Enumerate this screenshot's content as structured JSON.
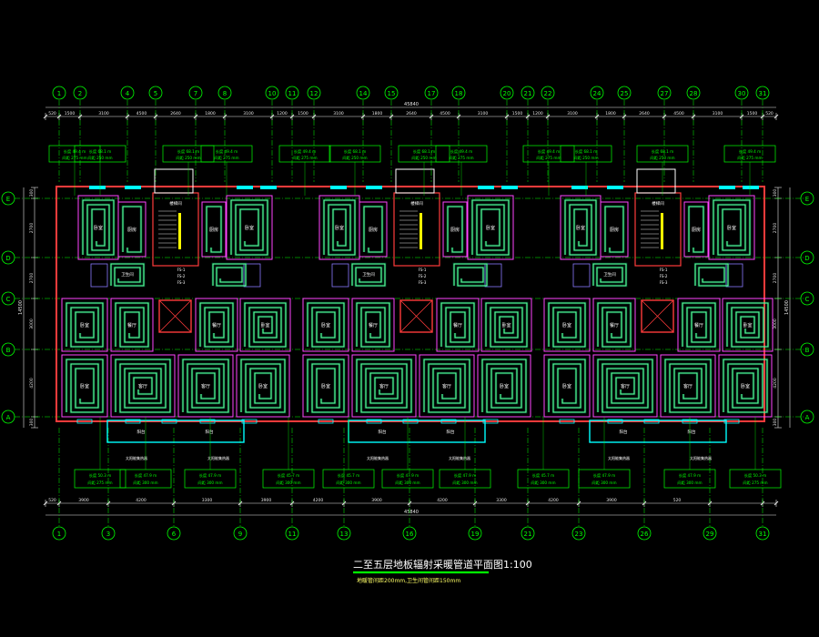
{
  "drawing": {
    "title": "二至五层地板辐射采暖管道平面图",
    "title_suffix": "1:100",
    "note": "地暖管间距200mm,卫生间管间距150mm"
  },
  "colors": {
    "background": "#000000",
    "axis": "#00ff00",
    "walls_outer": "#ff3b3b",
    "walls_inner": "#ff44ff",
    "heating_pipe": "#2bf56b",
    "pipe_glow": "#00e0a0",
    "dimension": "#e6e6e6",
    "window": "#00ffff",
    "fixture": "#8a7aff",
    "stair_highlight": "#ffff00",
    "label_box": "#00ff00",
    "room_text": "#ffffff",
    "title_underline": "#00ff00"
  },
  "axes": {
    "top": [
      "1",
      "2",
      "4",
      "5",
      "7",
      "8",
      "10",
      "11",
      "12",
      "14",
      "15",
      "17",
      "18",
      "20",
      "21",
      "22",
      "24",
      "25",
      "27",
      "28",
      "30",
      "31"
    ],
    "bottom": [
      "1",
      "3",
      "6",
      "9",
      "11",
      "13",
      "16",
      "19",
      "21",
      "23",
      "26",
      "29",
      "31"
    ],
    "rows": [
      "E",
      "D",
      "C",
      "B",
      "A"
    ]
  },
  "dimensions": {
    "top_overall": "45840",
    "top_segments": [
      "520",
      "1500",
      "3100",
      "4500",
      "2640",
      "1800",
      "3100",
      "1200",
      "1500",
      "3100",
      "1800",
      "2640",
      "4500",
      "3100",
      "1500",
      "1200",
      "3100",
      "1800",
      "2640",
      "4500",
      "3100",
      "1500",
      "520"
    ],
    "bottom_overall": "45840",
    "bottom_segments": [
      "520",
      "3900",
      "4200",
      "3300",
      "3900",
      "4200",
      "3900",
      "4200",
      "3300",
      "4200",
      "3900",
      "520"
    ],
    "left_segments": [
      "300",
      "2700",
      "2700",
      "3000",
      "4200",
      "300"
    ],
    "left_overall": "14500",
    "right_segments": [
      "300",
      "2700",
      "2700",
      "3000",
      "4200",
      "300"
    ],
    "right_overall": "14500"
  },
  "loop_labels_top": [
    {
      "len": "长度 49.4 m",
      "space": "间距 275 mm"
    },
    {
      "len": "长度 68.1 m",
      "space": "间距 250 mm"
    },
    {
      "len": "长度 68.1 m",
      "space": "间距 250 mm"
    },
    {
      "len": "长度 49.4 m",
      "space": "间距 275 mm"
    },
    {
      "len": "长度 49.4 m",
      "space": "间距 275 mm"
    },
    {
      "len": "长度 68.1 m",
      "space": "间距 250 mm"
    },
    {
      "len": "长度 68.1 m",
      "space": "间距 250 mm"
    },
    {
      "len": "长度 49.4 m",
      "space": "间距 275 mm"
    },
    {
      "len": "长度 49.4 m",
      "space": "间距 275 mm"
    },
    {
      "len": "长度 68.1 m",
      "space": "间距 250 mm"
    },
    {
      "len": "长度 68.1 m",
      "space": "间距 250 mm"
    },
    {
      "len": "长度 49.4 m",
      "space": "间距 275 mm"
    }
  ],
  "loop_labels_bottom": [
    {
      "len": "长度 50.3 m",
      "space": "间距 275 mm"
    },
    {
      "len": "长度 47.9 m",
      "space": "间距 300 mm"
    },
    {
      "len": "长度 47.9 m",
      "space": "间距 300 mm"
    },
    {
      "len": "长度 45.7 m",
      "space": "间距 300 mm"
    },
    {
      "len": "长度 45.7 m",
      "space": "间距 300 mm"
    },
    {
      "len": "长度 47.9 m",
      "space": "间距 300 mm"
    },
    {
      "len": "长度 47.9 m",
      "space": "间距 300 mm"
    },
    {
      "len": "长度 45.7 m",
      "space": "间距 300 mm"
    },
    {
      "len": "长度 47.9 m",
      "space": "间距 300 mm"
    },
    {
      "len": "长度 47.9 m",
      "space": "间距 300 mm"
    },
    {
      "len": "长度 50.3 m",
      "space": "间距 275 mm"
    }
  ],
  "rooms": {
    "bedroom": "卧室",
    "living": "客厅",
    "balcony": "阳台",
    "kitchen": "厨房",
    "bath": "卫生间",
    "dining": "餐厅",
    "stair": "楼梯间",
    "solar": "太阳能集热器"
  },
  "manifold_tags": [
    "FS-1",
    "FS-2",
    "FS-3"
  ]
}
